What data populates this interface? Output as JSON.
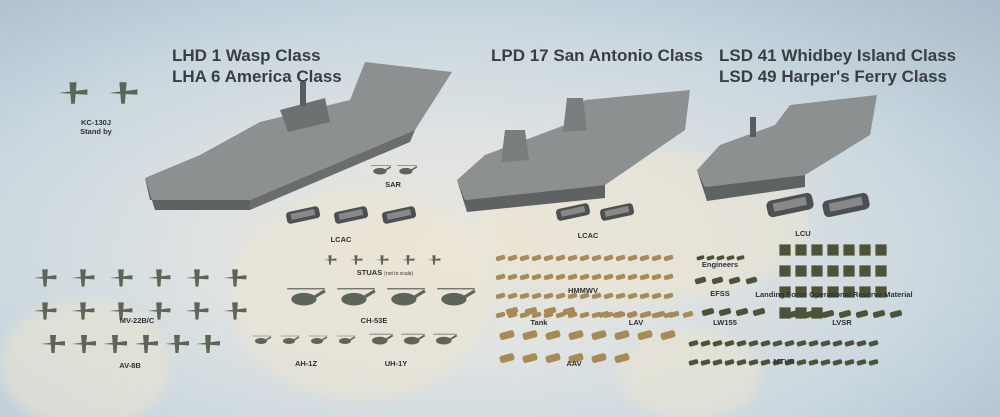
{
  "titles": {
    "lhd": [
      "LHD 1 Wasp Class",
      "LHA 6 America Class"
    ],
    "lpd": [
      "LPD 17 San Antonio Class"
    ],
    "lsd": [
      "LSD 41 Whidbey Island Class",
      "LSD 49 Harper's Ferry Class"
    ]
  },
  "labels": {
    "kc130": "KC-130J",
    "standby": "Stand by",
    "sar": "SAR",
    "lcac1": "LCAC",
    "stuas": "STUAS",
    "stuas_note": "(not to scale)",
    "mv22": "MV-22B/C",
    "ch53": "CH-53E",
    "av8": "AV-8B",
    "ah1": "AH-1Z",
    "uh1": "UH-1Y",
    "lcac2": "LCAC",
    "lcu": "LCU",
    "hmmwv": "HMMWV",
    "tank": "Tank",
    "lav": "LAV",
    "aav": "AAV",
    "engineers": "Engineers",
    "efss": "EFSS",
    "lform": "Landing Force Operational Reserve Material",
    "lw155": "LW155",
    "lvsr": "LVSR",
    "mtvr": "MTVR"
  },
  "counts": {
    "kc130": 2,
    "sar": 2,
    "lcac1": 3,
    "stuas": 5,
    "mv22": 12,
    "ch53": 4,
    "av8": 6,
    "ah1": 4,
    "uh1": 3,
    "lcac2": 2,
    "lcu": 2,
    "hmmwv": 60,
    "tank": 4,
    "lav": 7,
    "aav": 14,
    "engineers": 5,
    "efss": 4,
    "lw155": 4,
    "lvsr": 7,
    "mtvr": 32
  },
  "colors": {
    "aircraft": "#5d6558",
    "vehicle_tan": "#a88a55",
    "vehicle_green": "#4d5238",
    "ship": "#7c7f80",
    "deck": "#8d9091"
  }
}
